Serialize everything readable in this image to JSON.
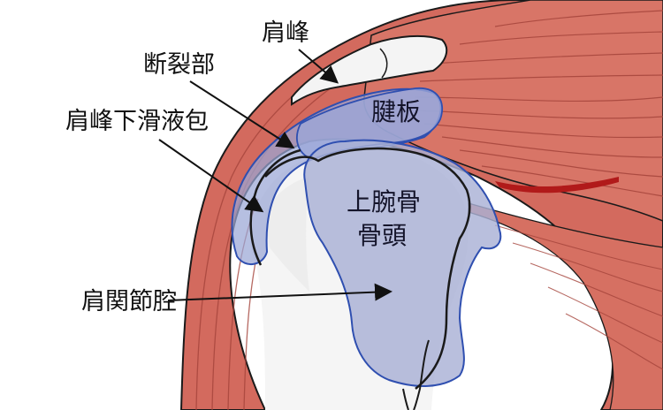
{
  "labels": {
    "acromion": "肩峰",
    "tear_site": "断裂部",
    "subacromial_bursa": "肩峰下滑液包",
    "tendon_plate": "腱板",
    "humeral_head_line1": "上腕骨",
    "humeral_head_line2": "骨頭",
    "glenohumeral_cavity": "肩関節腔"
  },
  "colors": {
    "muscle": "#d46a5e",
    "muscle_light": "#e8a49a",
    "muscle_stripe": "#a8413a",
    "bone": "#f2f2f2",
    "bone_shadow": "#dadada",
    "bursa_fill": "#a9b3d8",
    "bursa_stroke": "#3a55b8",
    "outline": "#1a1a1a"
  }
}
